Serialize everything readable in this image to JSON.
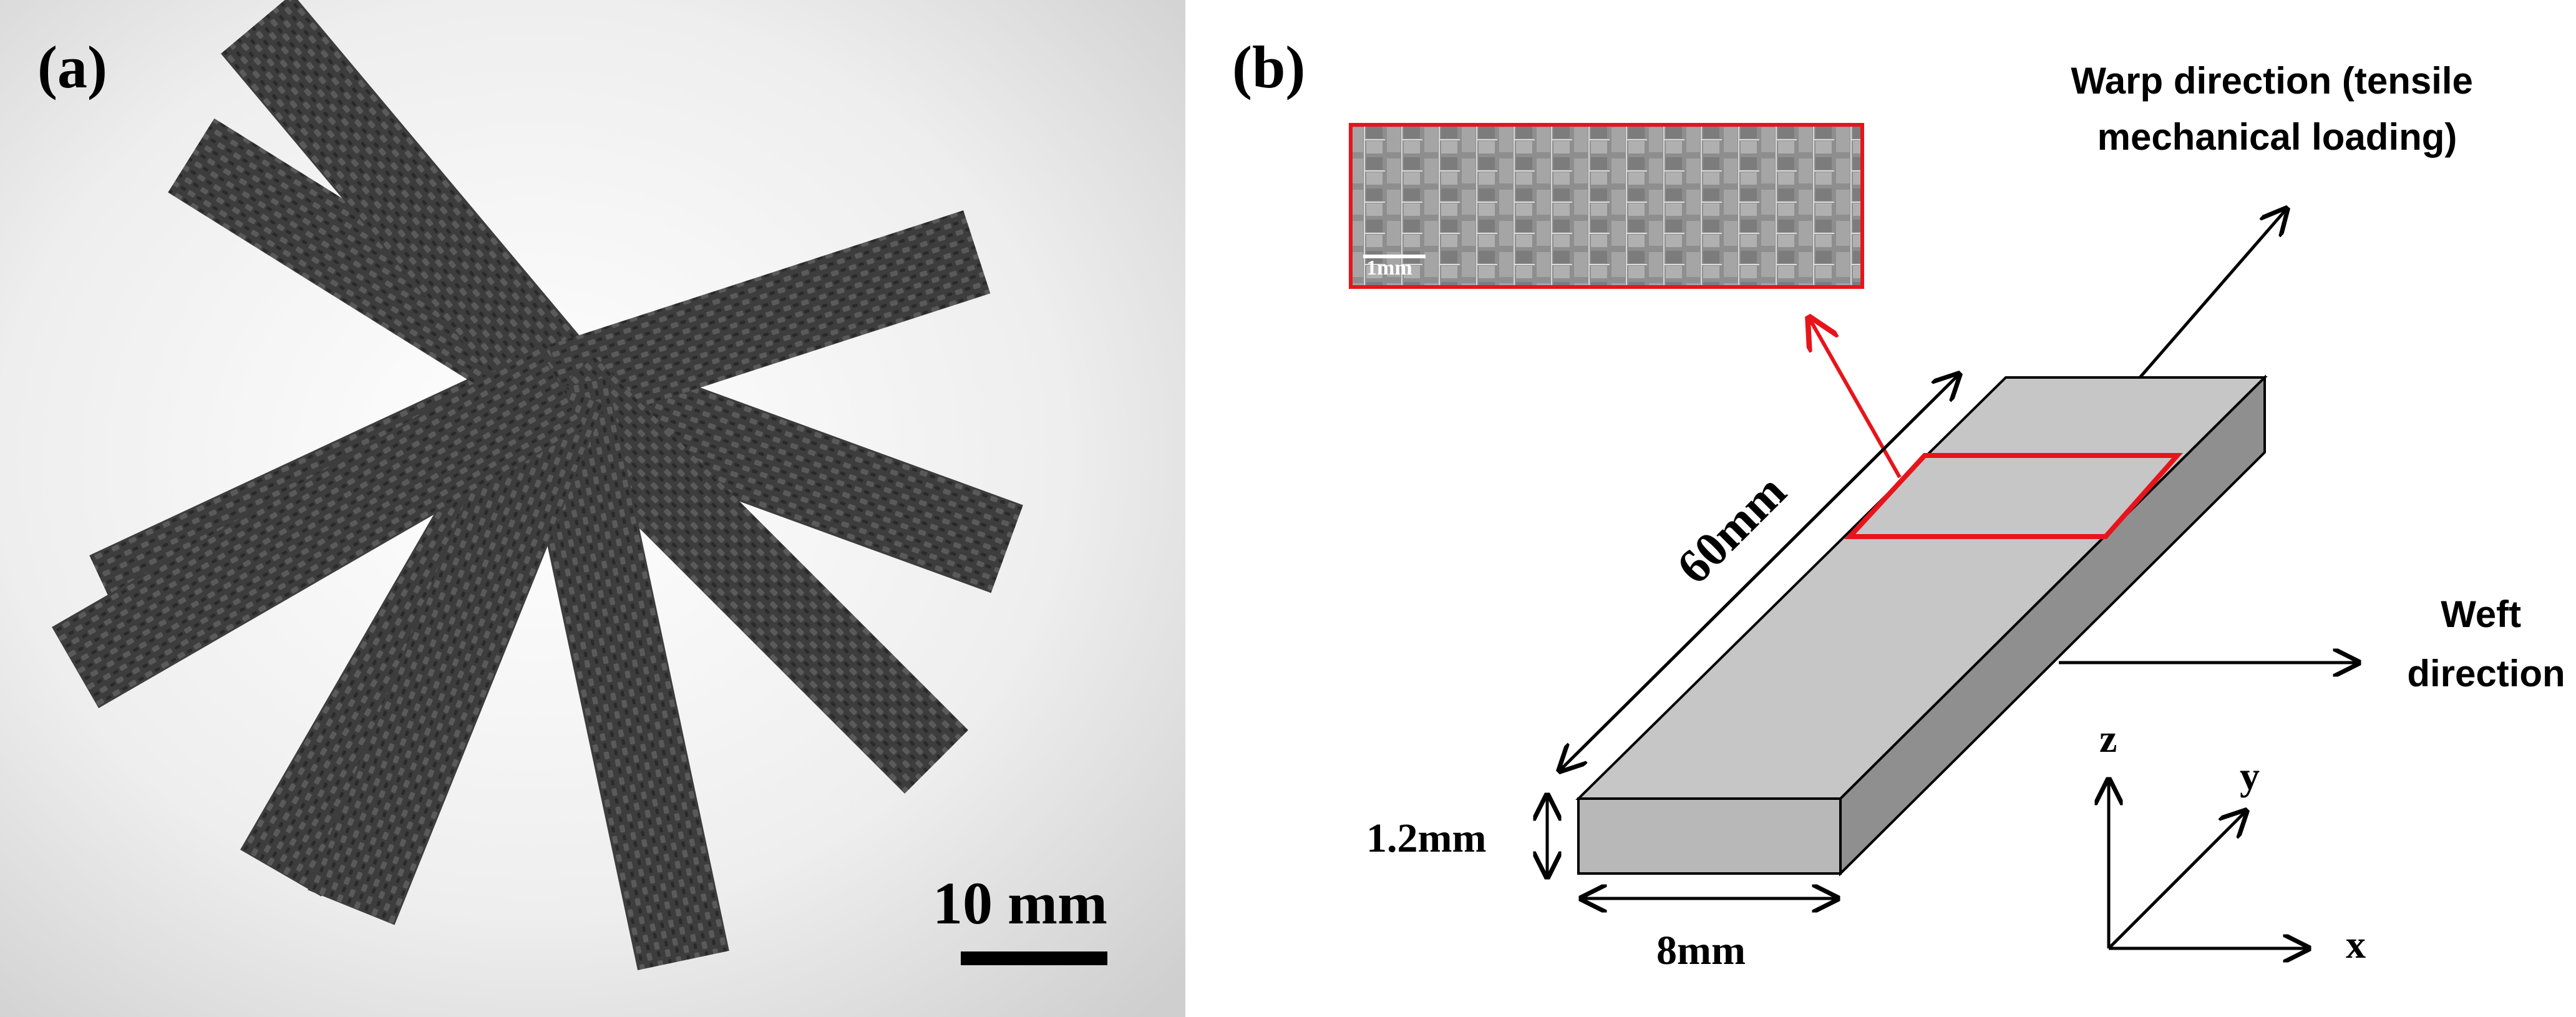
{
  "panels": {
    "a": {
      "label": "(a)",
      "scale_bar": "10 mm"
    },
    "b": {
      "label": "(b)",
      "inset_scale": "1mm",
      "length_dim": "60mm",
      "thickness_dim": "1.2mm",
      "width_dim": "8mm",
      "warp_label": [
        "Warp direction (tensile",
        "mechanical loading)"
      ],
      "weft_label": [
        "Weft",
        "direction"
      ],
      "axes": {
        "z": "z",
        "y": "y",
        "x": "x"
      }
    }
  },
  "colors": {
    "highlight": "#e8141b",
    "specimen_top": "#c6c6c6",
    "specimen_front": "#b8b8b8",
    "specimen_side": "#8f8f8f",
    "photo_background": "#ededed",
    "strip": "#3a3a3a"
  }
}
